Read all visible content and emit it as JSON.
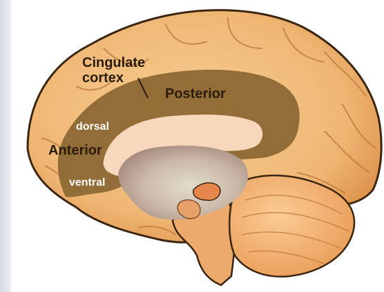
{
  "labels": {
    "cingulate_line1": "Cingulate",
    "cingulate_line2": "cortex",
    "posterior": "Posterior",
    "anterior": "Anterior",
    "dorsal": "dorsal",
    "ventral": "ventral"
  },
  "colors": {
    "cortex": "#f2bc7a",
    "cortex_edge": "#3b2510",
    "cingulate": "#8f6a35",
    "corpus_callosum": "#f8d8bc",
    "thalamus": "#c8b2a2",
    "cerebellum": "#f6b77a",
    "label_dark": "#2b1c0c",
    "label_light": "#ffffff"
  }
}
